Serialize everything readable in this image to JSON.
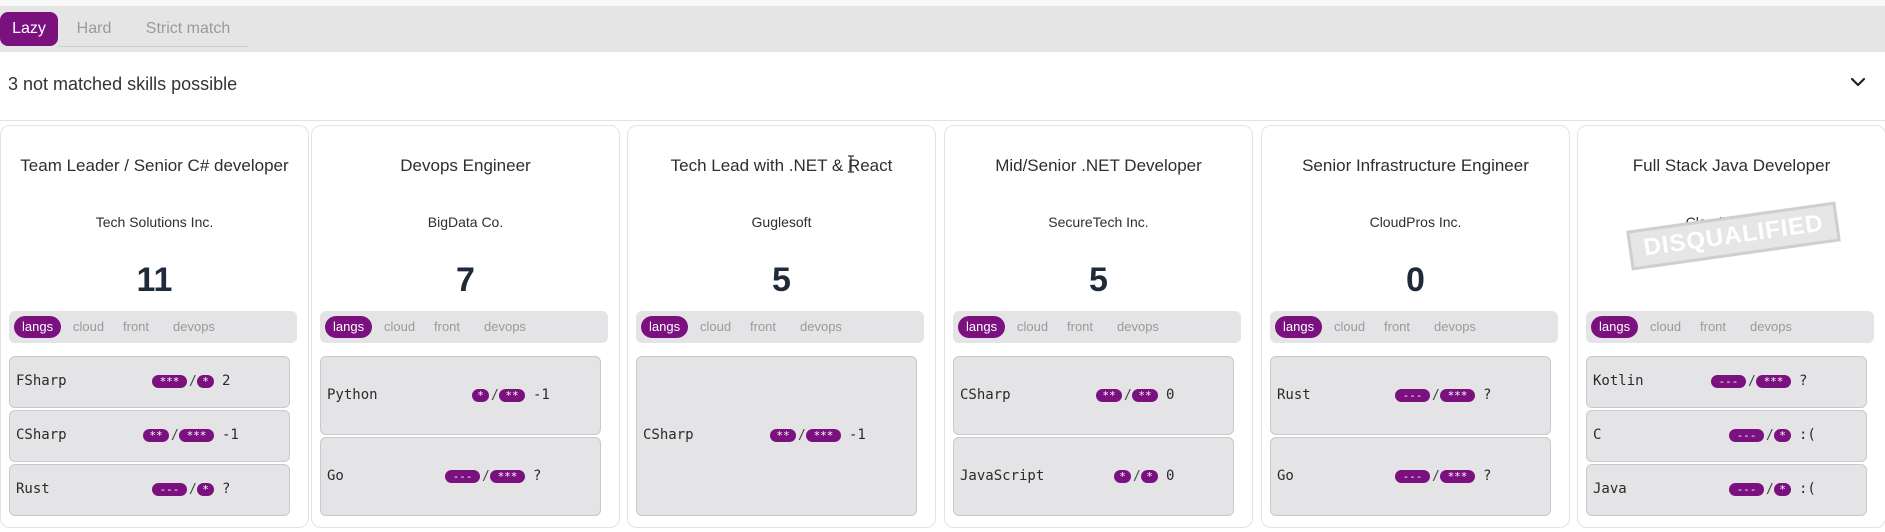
{
  "modes": {
    "tabs": [
      {
        "label": "Lazy",
        "active": true
      },
      {
        "label": "Hard",
        "active": false
      },
      {
        "label": "Strict match",
        "active": false
      }
    ]
  },
  "summary": {
    "text": "3 not matched skills possible",
    "expand_icon": "chevron-down-icon"
  },
  "colors": {
    "accent": "#7a117f",
    "panel": "#e4e4e6",
    "score": "#1f2b3a"
  },
  "category_tabs": [
    "langs",
    "cloud",
    "front",
    "devops"
  ],
  "cards": [
    {
      "title": "Team Leader / Senior C# developer",
      "company": "Tech Solutions Inc.",
      "score": "11",
      "disqualified": "",
      "skills": [
        {
          "name": "FSharp",
          "have": "***",
          "need": "*",
          "delta": "2"
        },
        {
          "name": "CSharp",
          "have": "**",
          "need": "***",
          "delta": "-1"
        },
        {
          "name": "Rust",
          "have": "---",
          "need": "*",
          "delta": "?"
        }
      ]
    },
    {
      "title": "Devops Engineer",
      "company": "BigData Co.",
      "score": "7",
      "disqualified": "",
      "skills": [
        {
          "name": "Python",
          "have": "*",
          "need": "**",
          "delta": "-1"
        },
        {
          "name": "Go",
          "have": "---",
          "need": "***",
          "delta": "?"
        }
      ]
    },
    {
      "title": "Tech Lead with .NET & React",
      "company": "Guglesoft",
      "score": "5",
      "disqualified": "",
      "skills": [
        {
          "name": "CSharp",
          "have": "**",
          "need": "***",
          "delta": "-1"
        }
      ]
    },
    {
      "title": "Mid/Senior .NET Developer",
      "company": "SecureTech Inc.",
      "score": "5",
      "disqualified": "",
      "skills": [
        {
          "name": "CSharp",
          "have": "**",
          "need": "**",
          "delta": "0"
        },
        {
          "name": "JavaScript",
          "have": "*",
          "need": "*",
          "delta": "0"
        }
      ]
    },
    {
      "title": "Senior Infrastructure Engineer",
      "company": "CloudPros Inc.",
      "score": "0",
      "disqualified": "",
      "skills": [
        {
          "name": "Rust",
          "have": "---",
          "need": "***",
          "delta": "?"
        },
        {
          "name": "Go",
          "have": "---",
          "need": "***",
          "delta": "?"
        }
      ]
    },
    {
      "title": "Full Stack Java Developer",
      "company": "CloudPros Inc.",
      "score": "",
      "disqualified": "DISQUALIFIED",
      "skills": [
        {
          "name": "Kotlin",
          "have": "---",
          "need": "***",
          "delta": "?"
        },
        {
          "name": "C",
          "have": "---",
          "need": "*",
          "delta": ":("
        },
        {
          "name": "Java",
          "have": "---",
          "need": "*",
          "delta": ":("
        }
      ]
    }
  ]
}
